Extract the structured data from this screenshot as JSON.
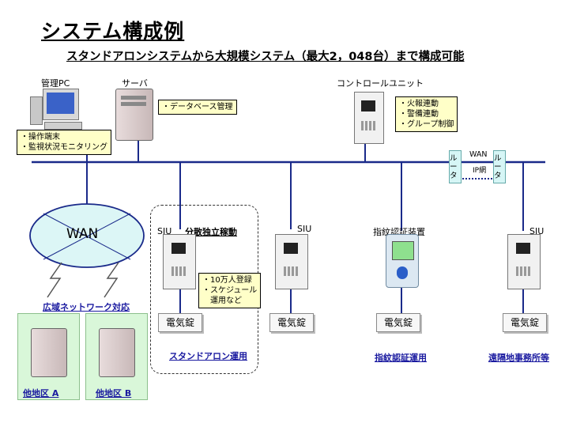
{
  "title": "システム構成例",
  "subtitle": "スタンドアロンシステムから大規模システム（最大2，048台）まで構成可能",
  "devices": {
    "admin_pc": "管理PC",
    "server": "サーバ",
    "control_unit": "コントロールユニット",
    "siu_1": "SIU",
    "siu_1_mode": "分散独立稼動",
    "siu_2": "SIU",
    "fingerprint": "指紋認証装置",
    "siu_3": "SIU"
  },
  "notes": {
    "pc": [
      "・操作端末",
      "・監視状況モニタリング"
    ],
    "server": [
      "・データベース管理"
    ],
    "control_unit": [
      "・火報連動",
      "・警備連動",
      "・グループ制御"
    ],
    "siu": [
      "・10万人登録",
      "・スケジュール",
      "　運用など"
    ]
  },
  "wan": {
    "cloud_label": "WAN",
    "link_label": "WAN",
    "link_sub": "IP網",
    "router_label": "ルータ"
  },
  "locks": [
    "電気錠",
    "電気錠",
    "電気錠",
    "電気錠"
  ],
  "captions": {
    "wide_area": "広域ネットワーク対応",
    "standalone": "スタンドアロン運用",
    "fingerprint": "指紋認証運用",
    "remote": "遠隔地事務所等"
  },
  "remote_sites": [
    "他地区 A",
    "他地区 B"
  ]
}
